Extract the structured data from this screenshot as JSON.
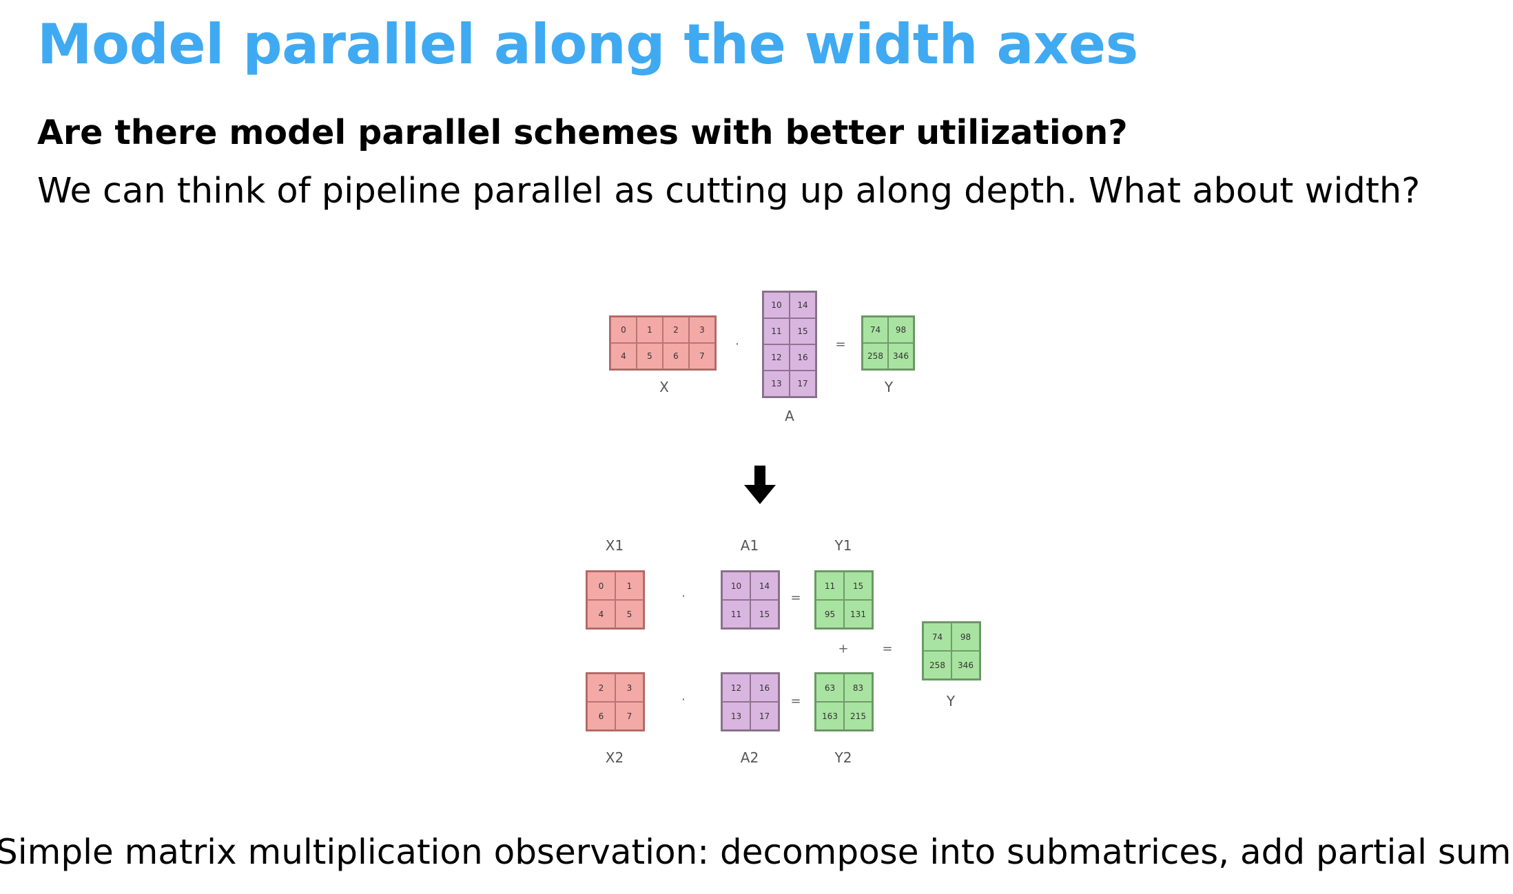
{
  "slide": {
    "title": "Model parallel along the width axes",
    "subtitle": "Are there model parallel schemes with better utilization?",
    "body": "We can think of pipeline parallel as cutting up along depth. What about width?",
    "footer": "Simple matrix multiplication observation: decompose into submatrices, add partial sums"
  },
  "diagram": {
    "top": {
      "X": {
        "label": "X",
        "rows": [
          [
            "0",
            "1",
            "2",
            "3"
          ],
          [
            "4",
            "5",
            "6",
            "7"
          ]
        ]
      },
      "A": {
        "label": "A",
        "rows": [
          [
            "10",
            "14"
          ],
          [
            "11",
            "15"
          ],
          [
            "12",
            "16"
          ],
          [
            "13",
            "17"
          ]
        ]
      },
      "Y": {
        "label": "Y",
        "rows": [
          [
            "74",
            "98"
          ],
          [
            "258",
            "346"
          ]
        ]
      },
      "dot": "·",
      "eq": "="
    },
    "bottom": {
      "X1": {
        "label": "X1",
        "rows": [
          [
            "0",
            "1"
          ],
          [
            "4",
            "5"
          ]
        ]
      },
      "A1": {
        "label": "A1",
        "rows": [
          [
            "10",
            "14"
          ],
          [
            "11",
            "15"
          ]
        ]
      },
      "Y1": {
        "label": "Y1",
        "rows": [
          [
            "11",
            "15"
          ],
          [
            "95",
            "131"
          ]
        ]
      },
      "X2": {
        "label": "X2",
        "rows": [
          [
            "2",
            "3"
          ],
          [
            "6",
            "7"
          ]
        ]
      },
      "A2": {
        "label": "A2",
        "rows": [
          [
            "12",
            "16"
          ],
          [
            "13",
            "17"
          ]
        ]
      },
      "Y2": {
        "label": "Y2",
        "rows": [
          [
            "63",
            "83"
          ],
          [
            "163",
            "215"
          ]
        ]
      },
      "Y": {
        "label": "Y",
        "rows": [
          [
            "74",
            "98"
          ],
          [
            "258",
            "346"
          ]
        ]
      },
      "dot": "·",
      "eq": "=",
      "plus": "+"
    },
    "arrow_icon": "down-arrow-icon"
  }
}
